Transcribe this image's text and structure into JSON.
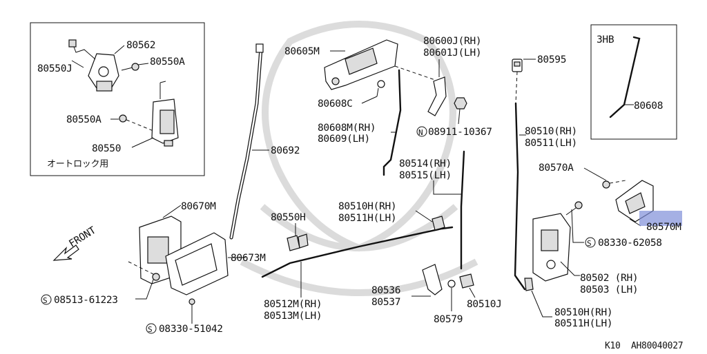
{
  "labels": {
    "p80562": "80562",
    "p80550j": "80550J",
    "p80550a_1": "80550A",
    "p80550a_2": "80550A",
    "p80550": "80550",
    "autolock": "オートロック用",
    "p80605m": "80605M",
    "p80600j": "80600J(RH)",
    "p80601j": "80601J(LH)",
    "p80595": "80595",
    "box3hb": "3HB",
    "p80608": "80608",
    "p80608c": "80608C",
    "p80608m": "80608M(RH)",
    "p80609": "80609(LH)",
    "n08911": "08911-10367",
    "n_symbol": "N",
    "p80692": "80692",
    "p80510_rh": "80510(RH)",
    "p80511_lh": "80511(LH)",
    "p80514": "80514(RH)",
    "p80515": "80515(LH)",
    "p80570a": "80570A",
    "p80570m": "80570M",
    "s08330_62058": "08330-62058",
    "p80670m": "80670M",
    "p80550h": "80550H",
    "p80510h_1": "80510H(RH)",
    "p80511h_1": "80511H(LH)",
    "front": "FRONT",
    "p80673m": "80673M",
    "s08513": "08513-61223",
    "p80536": "80536",
    "p80537": "80537",
    "p80510j": "80510J",
    "p80512m": "80512M(RH)",
    "p80513m": "80513M(LH)",
    "p80579": "80579",
    "p80502": "80502 (RH)",
    "p80503": "80503 (LH)",
    "p80510h_2": "80510H(RH)",
    "p80511h_2": "80511H(LH)",
    "s08330_51042": "08330-51042",
    "s_symbol": "S",
    "footer_k10": "K10",
    "footer_code": "AH80040027"
  },
  "colors": {
    "ink": "#111111",
    "highlight": "#7f8fd8",
    "watermark": "#d8d8d8"
  }
}
